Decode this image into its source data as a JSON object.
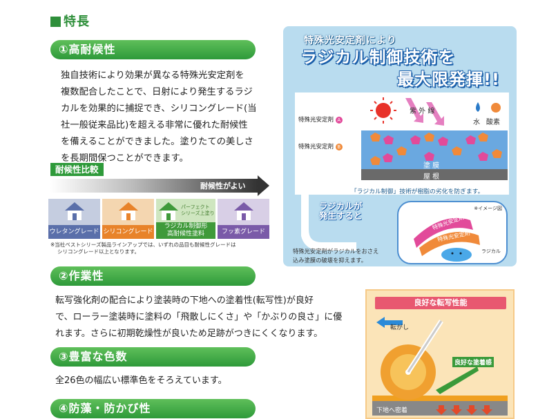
{
  "heading": "特長",
  "sections": [
    {
      "title": "①高耐候性",
      "body": [
        "独自技術により効果が異なる特殊光安定剤を",
        "複数配合したことで、日射により発生するラジ",
        "カルを効果的に捕捉でき、シリコングレード(当",
        "社一般従来品比)を超える非常に優れた耐候性",
        "を備えることができました。塗りたての美しさ",
        "を長期間保つことができます。"
      ]
    },
    {
      "title": "②作業性",
      "body": [
        "転写強化剤の配合により塗装時の下地への塗着性(転写性)が良好",
        "で、ローラー塗装時に塗料の「飛散しにくさ」や「かぶりの良さ」に優",
        "れます。さらに初期乾燥性が良いため足跡がつきにくくなります。"
      ]
    },
    {
      "title": "③豊富な色数",
      "body": [
        "全26色の幅広い標準色をそろえています。"
      ]
    },
    {
      "title": "④防藻・防かび性"
    }
  ],
  "comparison": {
    "tag": "耐候性比較",
    "arrow_label": "耐候性がよい",
    "grades": [
      {
        "label": "ウレタングレード",
        "bg": "#c5cde0",
        "bar": "#5a6faa",
        "roof": "#5a6faa"
      },
      {
        "label": "シリコングレード",
        "bg": "#f4d6b0",
        "bar": "#e8832a",
        "roof": "#e8832a"
      },
      {
        "label": "ラジカル制御形",
        "label2": "高耐候性塗料",
        "badge1": "パーフェクト",
        "badge2": "シリーズ上塗り",
        "bg": "#cfe6c0",
        "bar": "#3f9a3a",
        "roof": "#3f9a3a"
      },
      {
        "label": "フッ素グレード",
        "bg": "#d8cfe6",
        "bar": "#7a5aa8",
        "roof": "#7a5aa8"
      }
    ],
    "note1": "※当社ベストシリーズ製品ラインアップでは、いずれの品目も耐候性グレードは",
    "note2": "シリコングレード以上となります。"
  },
  "radical_panel": {
    "title1": "特殊光安定剤により",
    "title2": "ラジカル制御技術を",
    "title3": "最大限発揮!!",
    "uv": "紫 外 線",
    "water": "水",
    "oxygen": "酸素",
    "stabilizer_a": "特殊光安定剤",
    "stabilizer_b": "特殊光安定剤",
    "film": "塗 膜",
    "roof": "屋 根",
    "caption": "「ラジカル制御」技術が樹脂の劣化を防ぎます。",
    "radical_occurs1": "ラジカルが",
    "radical_occurs2": "発生すると",
    "image_note": "※イメージ図",
    "bubble_a": "特殊光安定剤",
    "bubble_b": "特殊光安定剤",
    "radical": "ラジカル",
    "note1": "特殊光安定剤がラジカルをおさえ",
    "note2": "込み塗膜の破壊を抑えます。"
  },
  "transfer_panel": {
    "title": "良好な転写性能",
    "roll": "転がし",
    "adhesion": "良好な塗着感",
    "substrate": "下地へ密着"
  }
}
